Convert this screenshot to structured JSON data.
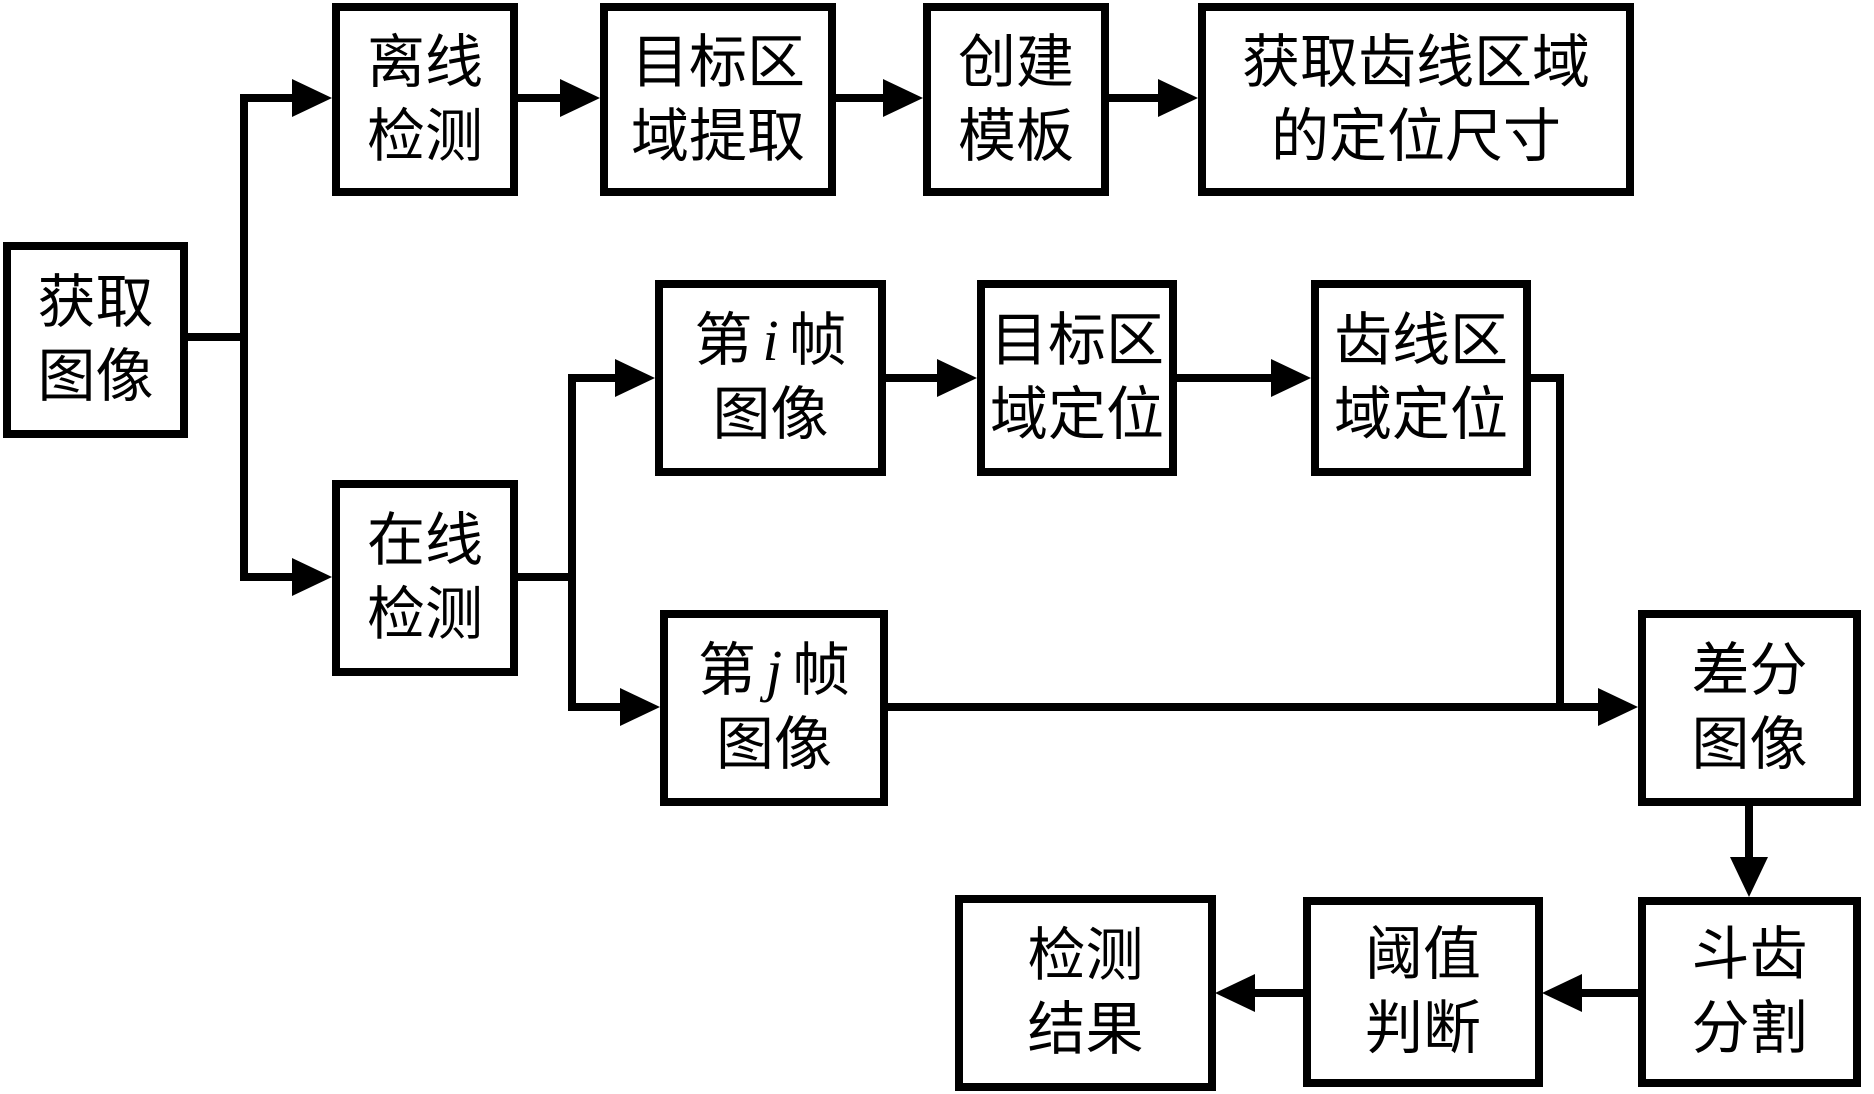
{
  "diagram": {
    "background_color": "#ffffff",
    "line_color": "#000000",
    "nodes": {
      "acquire_image": {
        "line1": "获取",
        "line2": "图像"
      },
      "offline_detection": {
        "line1": "离线",
        "line2": "检测"
      },
      "target_region_extraction": {
        "line1": "目标区",
        "line2": "域提取"
      },
      "create_template": {
        "line1": "创建",
        "line2": "模板"
      },
      "tooth_line_region_size": {
        "line1": "获取齿线区域",
        "line2": "的定位尺寸"
      },
      "online_detection": {
        "line1": "在线",
        "line2": "检测"
      },
      "frame_i": {
        "prefix": "第",
        "variable": "i",
        "suffix": "帧",
        "line2": "图像"
      },
      "target_region_location": {
        "line1": "目标区",
        "line2": "域定位"
      },
      "tooth_line_region_location": {
        "line1": "齿线区",
        "line2": "域定位"
      },
      "frame_j": {
        "prefix": "第",
        "variable": "j",
        "suffix": "帧",
        "line2": "图像"
      },
      "difference_image": {
        "line1": "差分",
        "line2": "图像"
      },
      "bucket_tooth_segmentation": {
        "line1": "斗齿",
        "line2": "分割"
      },
      "threshold_judgment": {
        "line1": "阈值",
        "line2": "判断"
      },
      "detection_result": {
        "line1": "检测",
        "line2": "结果"
      }
    }
  }
}
